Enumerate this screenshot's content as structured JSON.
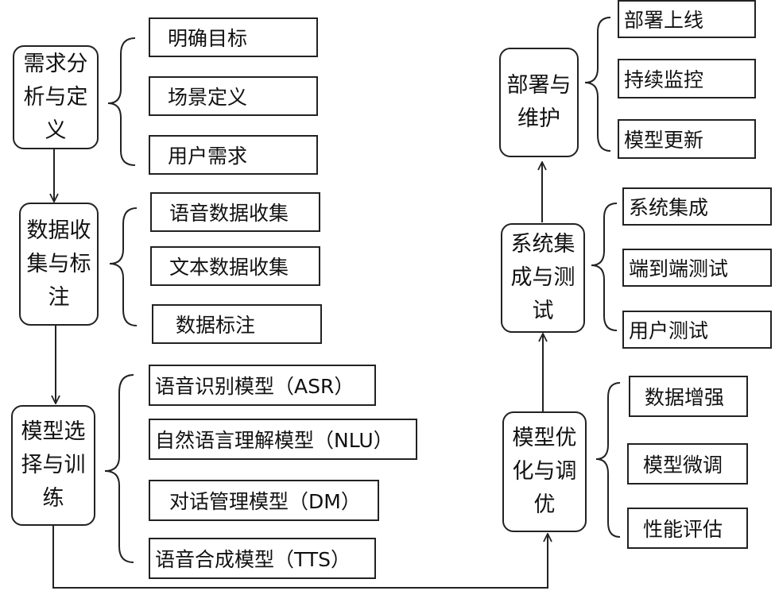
{
  "stages": {
    "requirements": {
      "label": "需求分析与定义",
      "items": [
        "明确目标",
        "场景定义",
        "用户需求"
      ]
    },
    "data": {
      "label": "数据收集与标注",
      "items": [
        "语音数据收集",
        "文本数据收集",
        "数据标注"
      ]
    },
    "model_training": {
      "label": "模型选择与训练",
      "items": [
        "语音识别模型（ASR）",
        "自然语言理解模型（NLU）",
        "对话管理模型（DM）",
        "语音合成模型（TTS）"
      ]
    },
    "optimization": {
      "label": "模型优化与调优",
      "items": [
        "数据增强",
        "模型微调",
        "性能评估"
      ]
    },
    "integration": {
      "label": "系统集成与测试",
      "items": [
        "系统集成",
        "端到端测试",
        "用户测试"
      ]
    },
    "deployment": {
      "label": "部署与维护",
      "items": [
        "部署上线",
        "持续监控",
        "模型更新"
      ]
    }
  },
  "colors": {
    "stroke": "#222222",
    "background": "#ffffff",
    "text": "#111111"
  }
}
